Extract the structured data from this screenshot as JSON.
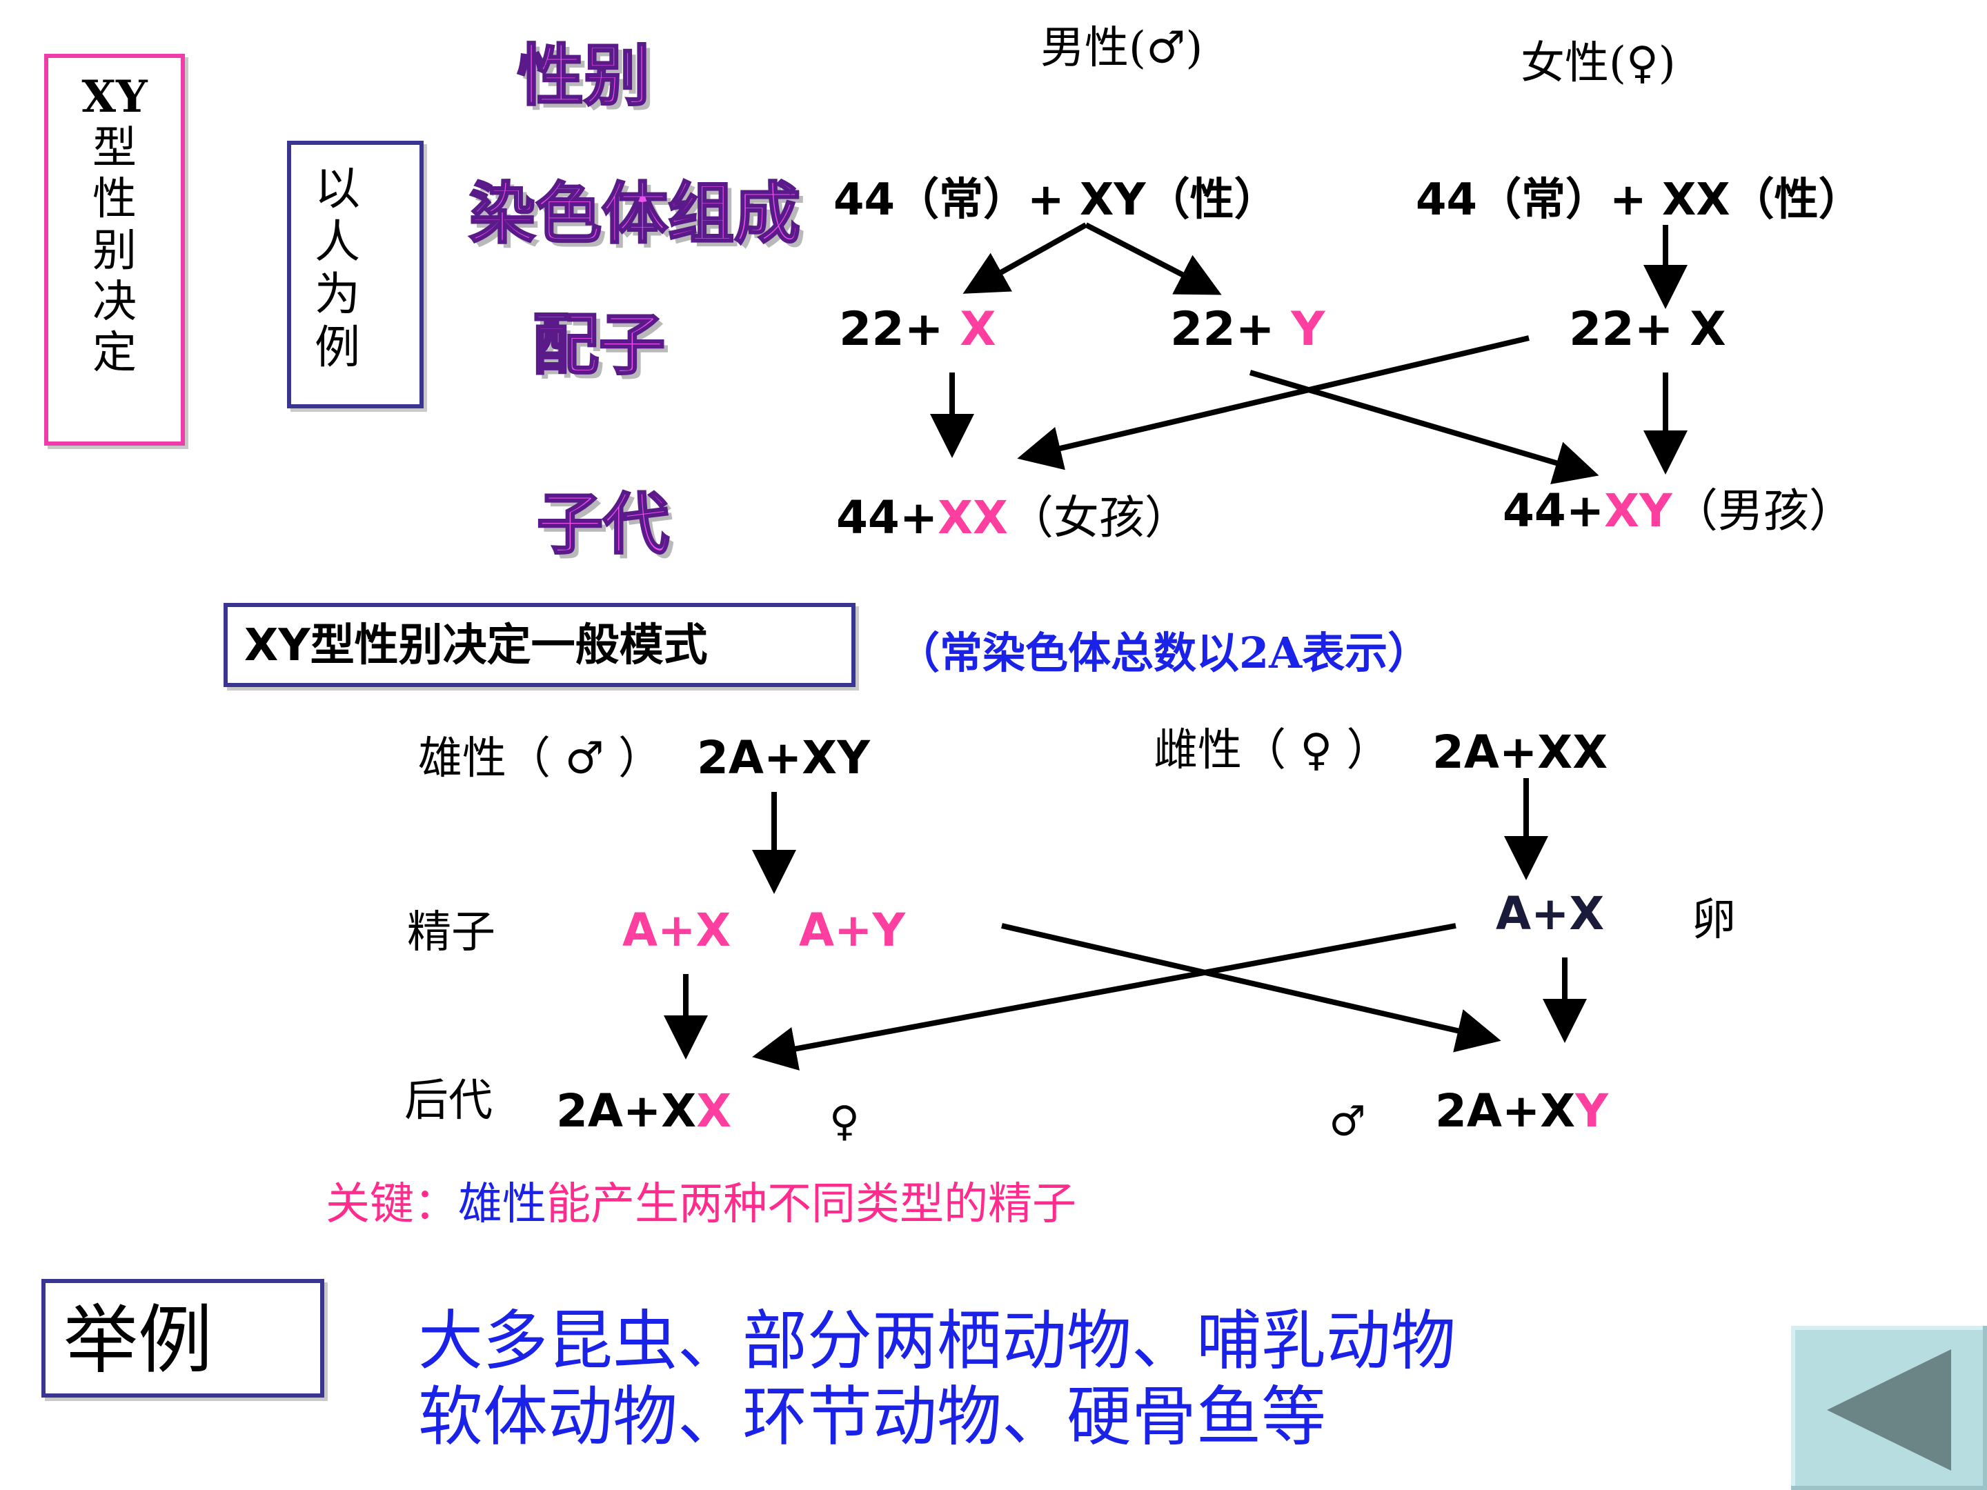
{
  "left_box": {
    "lines": [
      "XY",
      "型",
      "性",
      "别",
      "决",
      "定"
    ]
  },
  "example_box": {
    "lines": [
      "以",
      "人",
      "为",
      "例"
    ]
  },
  "row_titles": {
    "sex": "性别",
    "chromosome": "染色体组成",
    "gamete": "配子",
    "offspring": "子代"
  },
  "human": {
    "male_header": "男性(♂)",
    "female_header": "女性(♀)",
    "male_karyotype": {
      "auto": "44（常）+ XY（性）"
    },
    "female_karyotype": {
      "auto": "44（常）+ XX（性）"
    },
    "gamete_x_male": {
      "prefix": "22+ ",
      "chrom": "X"
    },
    "gamete_y": {
      "prefix": "22+ ",
      "chrom": "Y"
    },
    "gamete_x_female": {
      "text": "22+ X"
    },
    "offspring_girl": {
      "prefix": "44+",
      "chrom": "XX",
      "suffix": "（女孩）"
    },
    "offspring_boy": {
      "prefix": "44+",
      "chrom": "XY",
      "suffix": "（男孩）"
    }
  },
  "general": {
    "title": "XY型性别决定一般模式",
    "note": "（常染色体总数以2A表示）",
    "male_label": "雄性（ ♂ ）",
    "male_formula": "2A+XY",
    "female_label": "雌性（ ♀ ）",
    "female_formula": "2A+XX",
    "sperm_label": "精子",
    "sperm_x": "A+X",
    "sperm_y": "A+Y",
    "egg": "A+X",
    "egg_label": "卵",
    "offspring_label": "后代",
    "off_female": {
      "prefix": "2A+X",
      "chrom": "X",
      "sym": "♀"
    },
    "off_male": {
      "prefix": "2A+X",
      "chrom": "Y",
      "sym": "♂"
    }
  },
  "key": {
    "prefix": "关键：",
    "subject": "雄性",
    "rest": "能产生两种不同类型的精子"
  },
  "examples": {
    "label": "举例",
    "line1": "大多昆虫、部分两栖动物、哺乳动物",
    "line2": "软体动物、环节动物、硬骨鱼等"
  },
  "colors": {
    "pink": "#ff3fa0",
    "blue": "#1a22e8",
    "box_border_pink": "#f03ca8",
    "box_border_navy": "#3a3590",
    "back_button": "#b8dde0"
  },
  "icons": {
    "back": "triangle-left-icon"
  }
}
